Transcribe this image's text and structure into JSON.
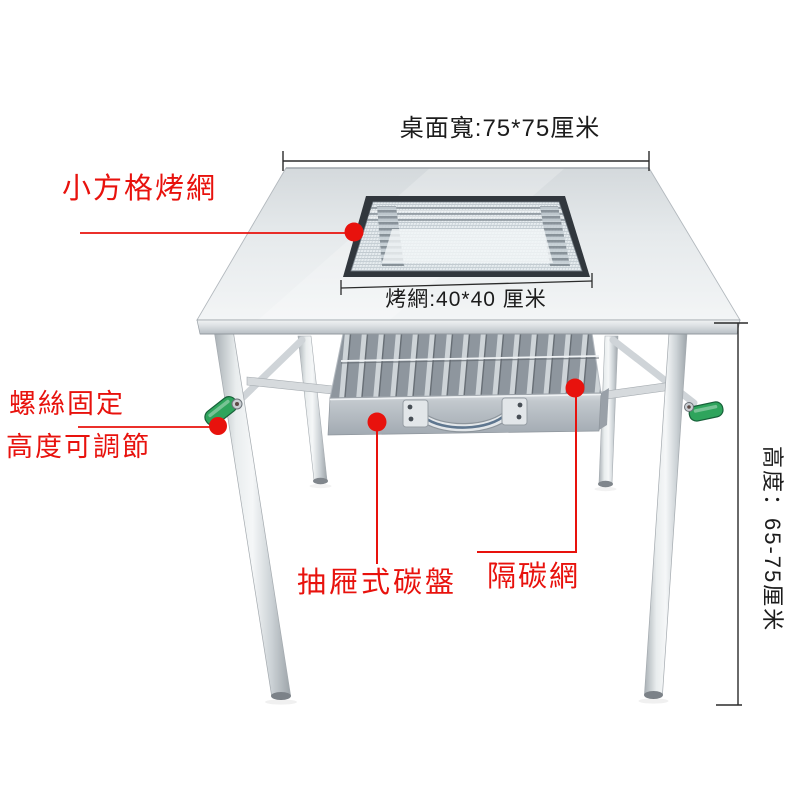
{
  "colors": {
    "red": "#e8120d",
    "green": "#2ea45c",
    "dim": "#2b2b2b",
    "text": "#1c1c1c",
    "bg": "#ffffff"
  },
  "annotations": {
    "table_width_label": "桌面寬:75*75厘米",
    "grill_mesh_label": "小方格烤網",
    "grill_size_label": "烤網:40*40 厘米",
    "screw_fix_label_line1": "螺絲固定",
    "screw_fix_label_line2": "高度可調節",
    "drawer_label": "抽屜式碳盤",
    "charcoal_net_label": "隔碳網",
    "height_label": "高度：65-75厘米"
  }
}
